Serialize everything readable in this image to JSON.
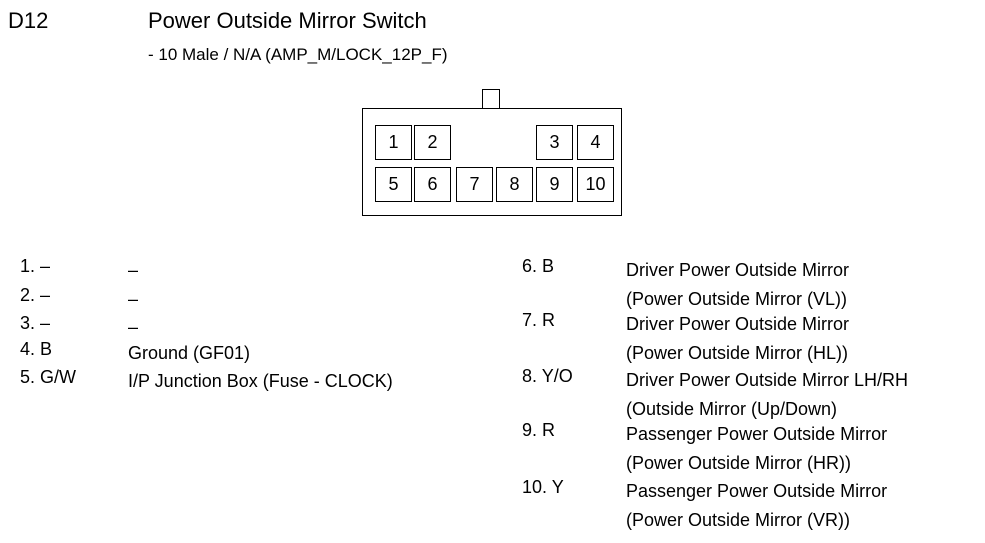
{
  "header": {
    "code": "D12",
    "title": "Power Outside Mirror Switch",
    "subtitle": "- 10 Male / N/A (AMP_M/LOCK_12P_F)"
  },
  "connector": {
    "pins": [
      "1",
      "2",
      "3",
      "4",
      "5",
      "6",
      "7",
      "8",
      "9",
      "10"
    ]
  },
  "pinout_left": [
    {
      "pin": "1. –",
      "desc": [
        "–"
      ]
    },
    {
      "pin": "2. –",
      "desc": [
        "–"
      ]
    },
    {
      "pin": "3. –",
      "desc": [
        "–"
      ]
    },
    {
      "pin": "4. B",
      "desc": [
        "Ground (GF01)"
      ]
    },
    {
      "pin": "5. G/W",
      "desc": [
        "I/P Junction Box (Fuse - CLOCK)"
      ]
    }
  ],
  "pinout_right": [
    {
      "pin": "6. B",
      "desc": [
        "Driver Power Outside Mirror",
        "(Power Outside Mirror (VL))"
      ]
    },
    {
      "pin": "7. R",
      "desc": [
        "Driver Power Outside Mirror",
        "(Power Outside Mirror (HL))"
      ]
    },
    {
      "pin": "8. Y/O",
      "desc": [
        "Driver Power Outside Mirror LH/RH",
        "(Outside Mirror (Up/Down)"
      ]
    },
    {
      "pin": "9. R",
      "desc": [
        "Passenger Power Outside Mirror",
        "(Power Outside Mirror (HR))"
      ]
    },
    {
      "pin": "10. Y",
      "desc": [
        "Passenger Power Outside Mirror",
        "(Power Outside Mirror (VR))"
      ]
    }
  ]
}
